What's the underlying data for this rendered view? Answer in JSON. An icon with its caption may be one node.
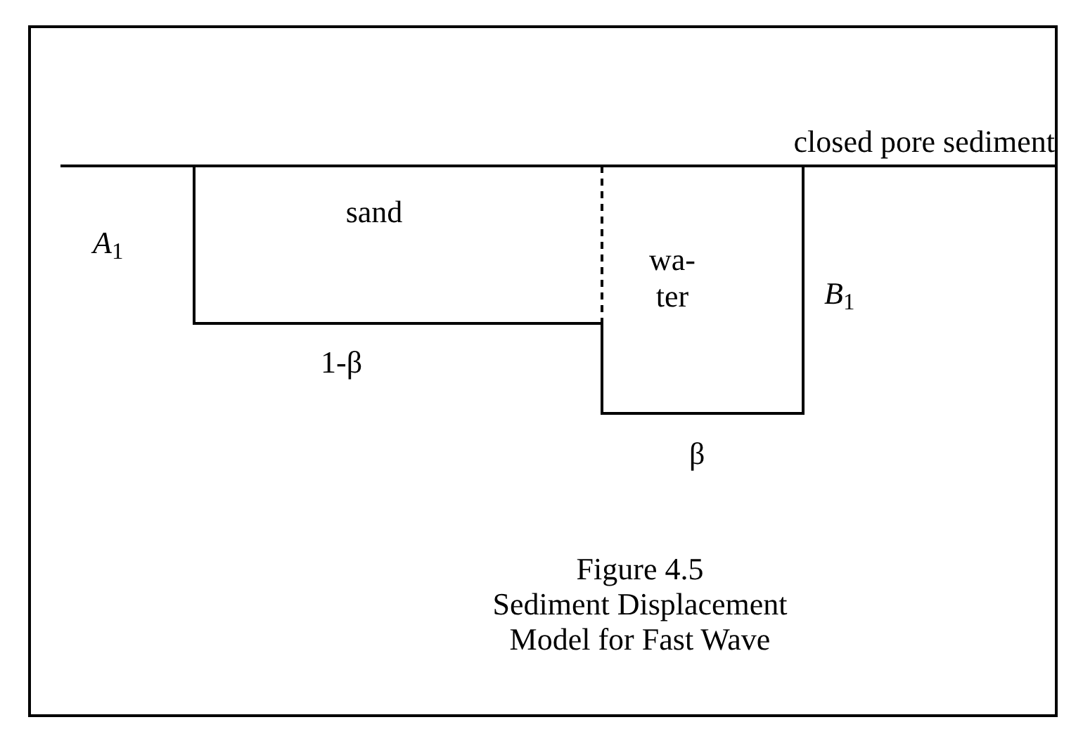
{
  "diagram": {
    "title": "Figure 4.5",
    "caption": "Sediment Displacement Model for Fast Wave",
    "nodes": [
      {
        "text": [
          "sand"
        ]
      },
      {
        "text": [
          "wa- ter"
        ]
      }
    ],
    "labels": [
      "closed pore sediment",
      "*A*$_{1}$",
      "*B*$_{1}$",
      "1-β",
      "β"
    ]
  }
}
